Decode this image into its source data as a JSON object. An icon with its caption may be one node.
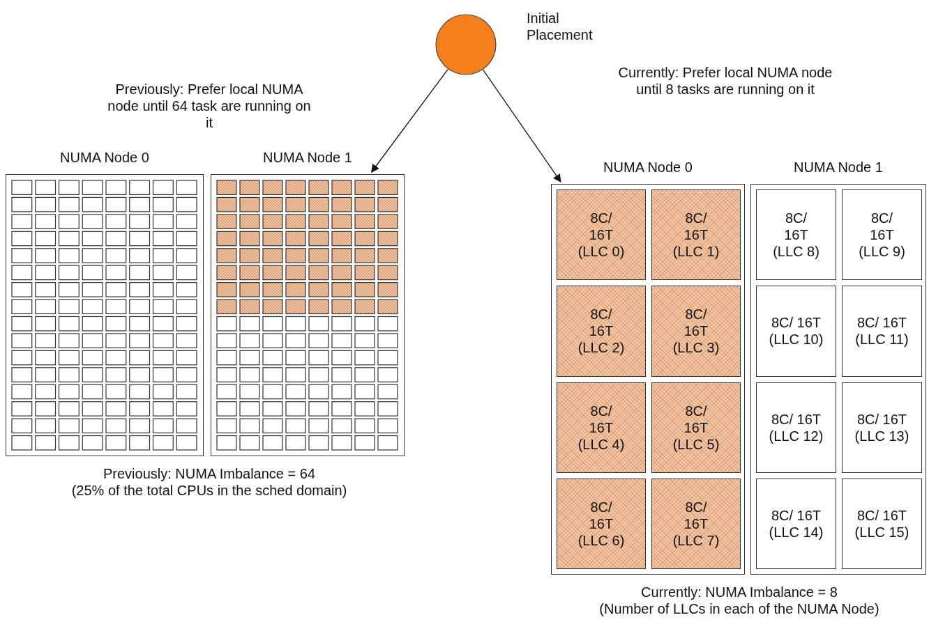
{
  "diagram": {
    "nodes": [
      {
        "text": [],
        "shape": "circle",
        "beside": [
          "Initial Placement"
        ]
      },
      {
        "text": [
          "NUMA Node 0"
        ]
      },
      {
        "text": [
          "NUMA Node 1"
        ]
      },
      {
        "text": [
          "NUMA Node 0"
        ]
      },
      {
        "text": [
          "8C/ 16T (LLC 0)"
        ],
        "in": 3
      },
      {
        "text": [
          "8C/ 16T (LLC 1)"
        ],
        "in": 3
      },
      {
        "text": [
          "8C/ 16T (LLC 2)"
        ],
        "in": 3
      },
      {
        "text": [
          "8C/ 16T (LLC 3)"
        ],
        "in": 3
      },
      {
        "text": [
          "8C/ 16T (LLC 4)"
        ],
        "in": 3
      },
      {
        "text": [
          "8C/ 16T (LLC 5)"
        ],
        "in": 3
      },
      {
        "text": [
          "8C/ 16T (LLC 6)"
        ],
        "in": 3
      },
      {
        "text": [
          "8C/ 16T (LLC 7)"
        ],
        "in": 3
      },
      {
        "text": [
          "NUMA Node 1"
        ]
      },
      {
        "text": [
          "8C/ 16T (LLC 8)"
        ],
        "in": 12
      },
      {
        "text": [
          "8C/ 16T (LLC 9)"
        ],
        "in": 12
      },
      {
        "text": [
          "8C/ 16T (LLC 10)"
        ],
        "in": 12
      },
      {
        "text": [
          "8C/ 16T (LLC 11)"
        ],
        "in": 12
      },
      {
        "text": [
          "8C/ 16T (LLC 12)"
        ],
        "in": 12
      },
      {
        "text": [
          "8C/ 16T (LLC 13)"
        ],
        "in": 12
      },
      {
        "text": [
          "8C/ 16T (LLC 14)"
        ],
        "in": 12
      },
      {
        "text": [
          "8C/ 16T (LLC 15)"
        ],
        "in": 12
      }
    ],
    "edges": [
      {
        "from": 0,
        "to": 2,
        "arrow": "to"
      },
      {
        "from": 0,
        "to": 3,
        "arrow": "to"
      }
    ],
    "labels": [
      "Previously: Prefer local NUMA node until 64 task are running on it",
      "Currently: Prefer local NUMA node until 8 tasks are running on it",
      "Previously: NUMA Imbalance = 64 (25% of the total CPUs in the sched domain)",
      "Currently: NUMA Imbalance = 8 (Number of LLCs in each of the NUMA Node)"
    ]
  }
}
